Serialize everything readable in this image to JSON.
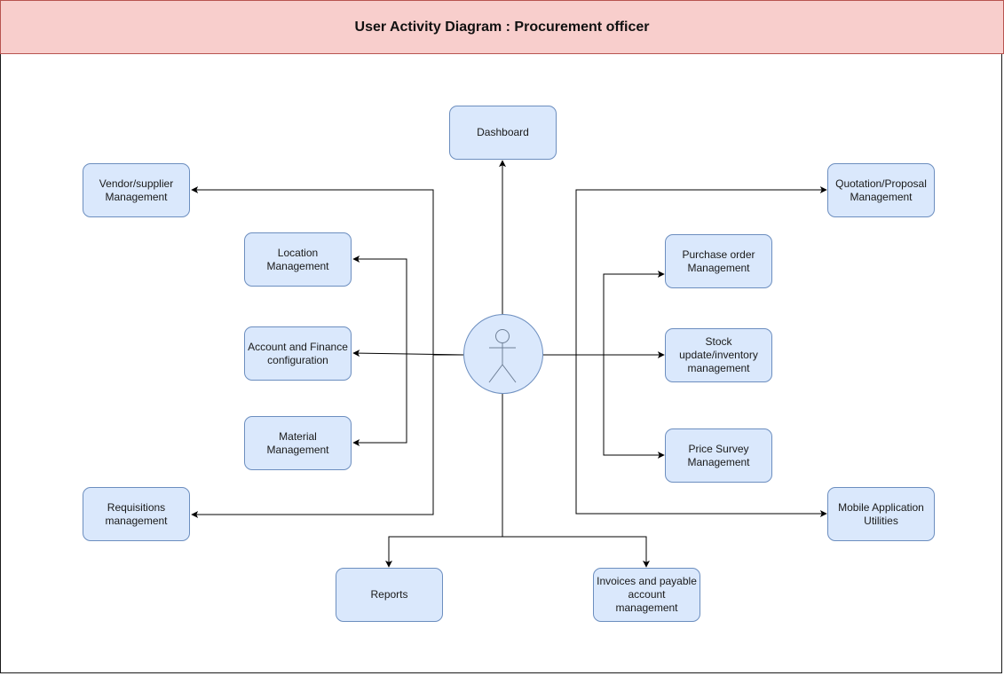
{
  "diagram": {
    "title": "User Activity Diagram : Procurement officer",
    "colors": {
      "header_fill": "#f8cecc",
      "header_stroke": "#b85450",
      "node_fill": "#dae8fc",
      "node_stroke": "#6c8ebf",
      "edge": "#000000"
    },
    "actor": {
      "icon": "stick-figure-icon"
    },
    "nodes": {
      "dashboard": "Dashboard",
      "vendor": "Vendor/supplier\nManagement",
      "location": "Location\nManagement",
      "account": "Account and Finance\nconfiguration",
      "material": "Material Management",
      "requisitions": "Requisitions\nmanagement",
      "reports": "Reports",
      "invoices": "Invoices and payable\naccount management",
      "quotation": "Quotation/Proposal\nManagement",
      "purchase": "Purchase order\nManagement",
      "stock": "Stock\nupdate/inventory\nmanagement",
      "price": "Price Survey\nManagement",
      "mobile": "Mobile Application\nUtilities"
    }
  }
}
